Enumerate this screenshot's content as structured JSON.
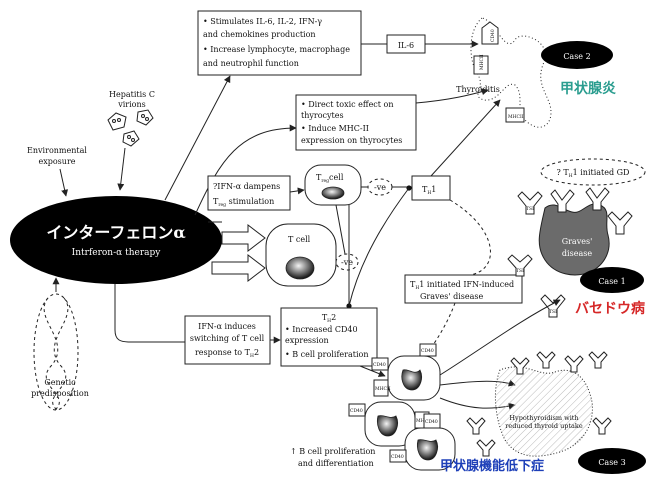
{
  "boxes": {
    "top_box": {
      "line1": "• Stimulates IL-6, IL-2, IFN-γ",
      "line2": "  and chemokines production",
      "line3": "• Increase lymphocyte, macrophage",
      "line4": "  and neutrophil function"
    },
    "il6": "IL-6",
    "toxic_box": {
      "line1": "• Direct toxic effect on",
      "line2": "  thyrocytes",
      "line3": "• Induce MHC-II",
      "line4": "  expression on thyrocytes"
    },
    "treg_box": {
      "line1": "?IFN-α dampens",
      "line2": "T",
      "line2_sub": "reg",
      "line2_tail": " stimulation"
    },
    "th1_box": {
      "main": "T",
      "sub": "H",
      "tail": "1"
    },
    "th1_gd_box": {
      "line1_main": "T",
      "line1_sub": "H",
      "line1_tail": "1 initiated IFN-induced",
      "line2": "Graves' disease"
    },
    "th2_box": {
      "title_main": "T",
      "title_sub": "H",
      "title_tail": "2",
      "line1": "• Increased CD40",
      "line2": "  expression",
      "line3": "• B cell proliferation"
    },
    "switch_box": {
      "line1": "IFN-α induces",
      "line2": "switching of T cell",
      "line3_main": "response to T",
      "line3_sub": "H",
      "line3_tail": "2"
    }
  },
  "labels": {
    "hep_c": [
      "Hepatitis C",
      "virions"
    ],
    "environment": [
      "Environmental",
      "exposure"
    ],
    "genetic": [
      "Genetic",
      "predisposition"
    ],
    "ifn_jp": "インターフェロンα",
    "ifn_en": "Intrferon-α therapy",
    "treg_cell_main": "T",
    "treg_cell_sub": "reg",
    "treg_cell_tail": "cell",
    "t_cell": "T cell",
    "ve1": "-ve",
    "ve2": "-ve",
    "thyroiditis": "Thyroiditis",
    "case2": "Case 2",
    "case2_jp": "甲状腺炎",
    "gd_question_main": "? T",
    "gd_question_sub": "H",
    "gd_question_tail": "1 initiated GD",
    "graves": [
      "Graves'",
      "disease"
    ],
    "case1": "Case 1",
    "case1_jp": "バセドウ病",
    "hypo": [
      "Hypothyroidism with",
      "reduced thyroid uptake"
    ],
    "b_cell": [
      "↑ B cell proliferation",
      "and differentiation"
    ],
    "case3": "Case 3",
    "case3_jp": "甲状腺機能低下症",
    "receptors": {
      "cd40": "CD40",
      "mhc2": "MHCII",
      "tsi": "TSI"
    }
  },
  "colors": {
    "case2_jp": "#2a9d8f",
    "case1_jp": "#d62828",
    "case3_jp": "#1d3fb8",
    "ellipse": "#000000",
    "graves_fill": "#6b6b6b"
  }
}
